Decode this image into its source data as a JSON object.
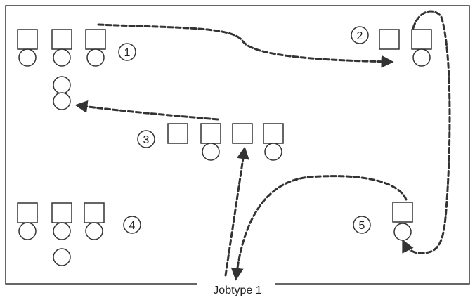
{
  "caption": "Jobtype 1",
  "labels": {
    "one": "1",
    "two": "2",
    "three": "3",
    "four": "4",
    "five": "5"
  },
  "colors": {
    "stroke": "#333333",
    "flow": "#333333",
    "background": "#ffffff"
  }
}
